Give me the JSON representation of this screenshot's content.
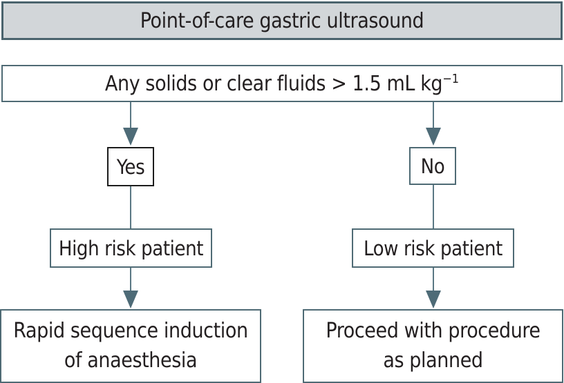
{
  "title": "Point-of-care gastric ultrasound",
  "question": {
    "main": "Any solids or clear fluids > 1.5 mL kg",
    "sup": "−1"
  },
  "branches": {
    "yes": {
      "label": "Yes",
      "risk": "High risk patient",
      "outcome_line1": "Rapid sequence induction",
      "outcome_line2": "of anaesthesia"
    },
    "no": {
      "label": "No",
      "risk": "Low risk patient",
      "outcome_line1": "Proceed with procedure",
      "outcome_line2": "as planned"
    }
  },
  "colors": {
    "teal_border": "#4e6a74",
    "title_border": "#4a636d",
    "title_fill": "#d2d6d9",
    "line_color": "#5a7884",
    "arrow_color": "#4e6b77",
    "yes_box_border": "#1c1c1c",
    "text_color": "#231f20",
    "box_fill": "#ffffff"
  }
}
